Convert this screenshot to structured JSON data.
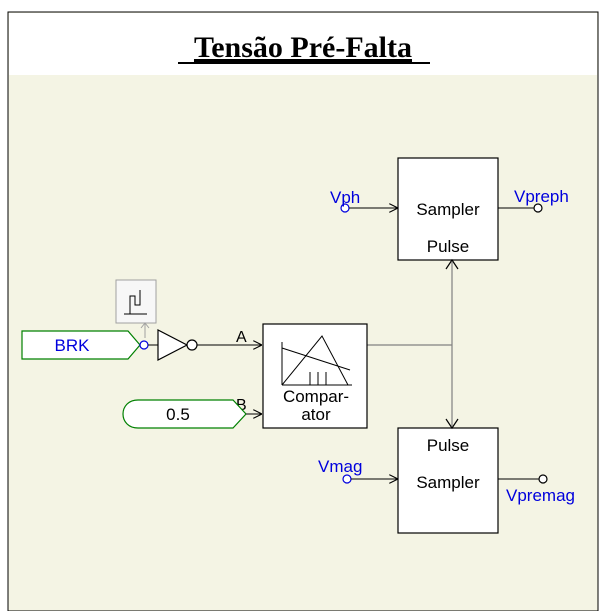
{
  "title": "Tensão Pré-Falta",
  "inputs": {
    "brk": "BRK",
    "const": "0.5"
  },
  "comparator": {
    "port_a": "A",
    "port_b": "B",
    "label_line1": "Compar-",
    "label_line2": "ator"
  },
  "sampler_top": {
    "line1": "Sampler",
    "line2": "Pulse",
    "in_label": "Vph",
    "out_label": "Vpreph"
  },
  "sampler_bottom": {
    "line1": "Pulse",
    "line2": "Sampler",
    "in_label": "Vmag",
    "out_label": "Vpremag"
  },
  "colors": {
    "background": "#f4f4e4",
    "signal_label": "#0000dd",
    "input_tag": "#008000",
    "border": "#000000"
  }
}
